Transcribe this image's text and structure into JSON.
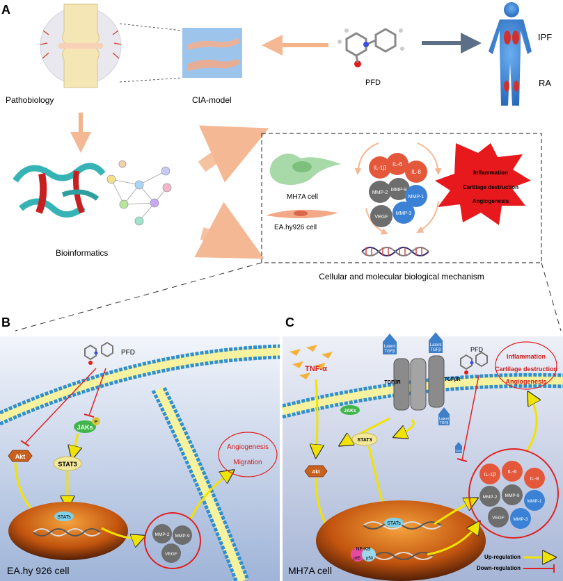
{
  "panelA": {
    "letter": "A",
    "pathobiology": "Pathobiology",
    "cia_model": "CIA-model",
    "pfd": "PFD",
    "ipf": "IPF",
    "ra": "RA",
    "bioinformatics": "Bioinformatics",
    "mh7a_cell": "MH7A cell",
    "eahy_cell": "EA.hy926 cell",
    "mechanism": "Cellular and molecular biological mechanism",
    "circles": [
      "IL-1β",
      "IL-6",
      "IL-8",
      "MMP-2",
      "MMP-9",
      "MMP-1",
      "VEGF",
      "MMP-3"
    ],
    "star": [
      "Inflammation",
      "Cartilage destruction",
      "Angiogenesis"
    ]
  },
  "panelB": {
    "letter": "B",
    "pfd": "PFD",
    "jaks": "JAKs",
    "p": "P",
    "stat3": "STAT3",
    "akt": "Akt",
    "stats": "STATs",
    "circles": [
      "MMP-2",
      "MMP-9",
      "VEGF"
    ],
    "effects": [
      "Angiogenesis",
      "Migration"
    ],
    "cell": "EA.hy 926 cell"
  },
  "panelC": {
    "letter": "C",
    "tnf": "TNF-α",
    "latent_tgfb": [
      "Latent",
      "TGFβ"
    ],
    "receptor": "TGFβR",
    "pfd": "PFD",
    "jaks": "JAKs",
    "stat3": "STAT3",
    "akt": "Akt",
    "stats": "STATs",
    "nfkb": "NF-KB",
    "p65": "p65",
    "p50": "p50",
    "tgfb_small": "TGFβ",
    "effects": [
      "Inflammation",
      "Cartilage destruction",
      "Angiogenesis"
    ],
    "circles": [
      "IL-1β",
      "IL-6",
      "IL-8",
      "MMP-2",
      "MMP-9",
      "MMP-1",
      "VEGF",
      "MMP-3"
    ],
    "legend_up": "Up-regulation",
    "legend_down": "Down-regulation",
    "cell": "MH7A cell"
  },
  "colors": {
    "orange_arrow": "#f3b48a",
    "red_circle": "#e4573b",
    "grey_circle": "#6d6d6d",
    "blue_circle": "#3b82d6",
    "star_red": "#e8191d",
    "yellow_arrow": "#f1e300",
    "red_inhibit": "#e02020",
    "membrane_blue": "#2f8fcf"
  }
}
